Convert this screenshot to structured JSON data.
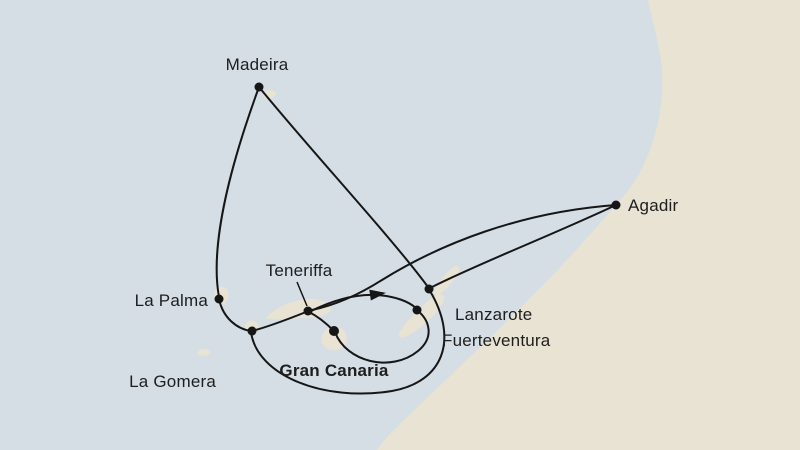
{
  "map": {
    "ports": {
      "madeira": {
        "label": "Madeira"
      },
      "agadir": {
        "label": "Agadir"
      },
      "teneriffa": {
        "label": "Teneriffa"
      },
      "la_palma": {
        "label": "La Palma"
      },
      "lanzarote": {
        "label": "Lanzarote"
      },
      "fuerteventura": {
        "label": "Fuerteventura"
      },
      "la_gomera": {
        "label": "La Gomera"
      },
      "gran_canaria": {
        "label": "Gran Canaria",
        "is_home_port": true
      }
    },
    "colors": {
      "sea": "#d5dee4",
      "land": "#e9e3d4",
      "route": "#161616",
      "label_text": "#1e1e1e"
    }
  }
}
